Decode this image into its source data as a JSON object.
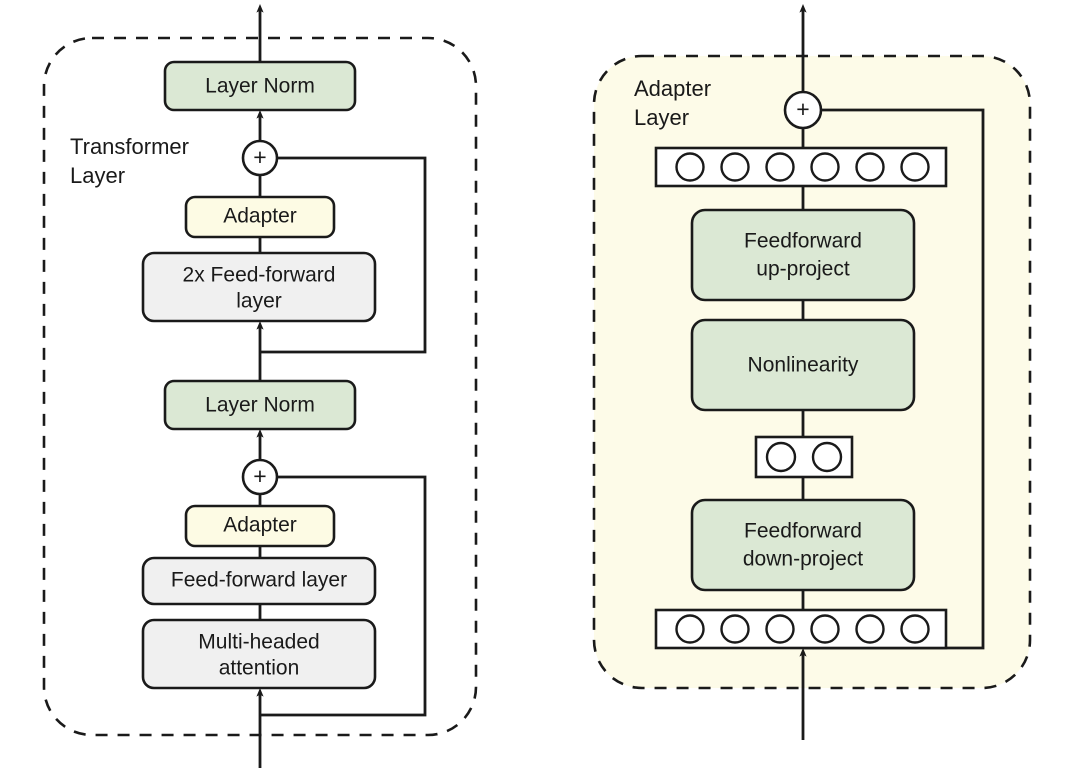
{
  "figure": {
    "type": "architecture-diagram",
    "background": "#ffffff"
  },
  "colors": {
    "green_block": "#dbe8d4",
    "grey_block": "#f0f0f0",
    "cream_block": "#fdfbe4",
    "adapter_panel": "#fdfbe8",
    "stroke": "#1a1a1a",
    "node_fill": "#ffffff"
  },
  "left_panel": {
    "group_label_line1": "Transformer",
    "group_label_line2": "Layer",
    "blocks": {
      "layer_norm_top": "Layer Norm",
      "adapter_top": "Adapter",
      "feed_forward_2x_line1": "2x Feed-forward",
      "feed_forward_2x_line2": "layer",
      "layer_norm_mid": "Layer Norm",
      "adapter_bottom": "Adapter",
      "feed_forward": "Feed-forward layer",
      "attention_line1": "Multi-headed",
      "attention_line2": "attention"
    },
    "adders": {
      "top": "+",
      "bottom": "+"
    }
  },
  "right_panel": {
    "group_label_line1": "Adapter",
    "group_label_line2": "Layer",
    "blocks": {
      "feedforward_up_line1": "Feedforward",
      "feedforward_up_line2": "up-project",
      "nonlinearity": "Nonlinearity",
      "feedforward_down_line1": "Feedforward",
      "feedforward_down_line2": "down-project"
    },
    "adder": "+",
    "node_rows": {
      "top_count": 6,
      "bottleneck_count": 2,
      "bottom_count": 6
    }
  }
}
